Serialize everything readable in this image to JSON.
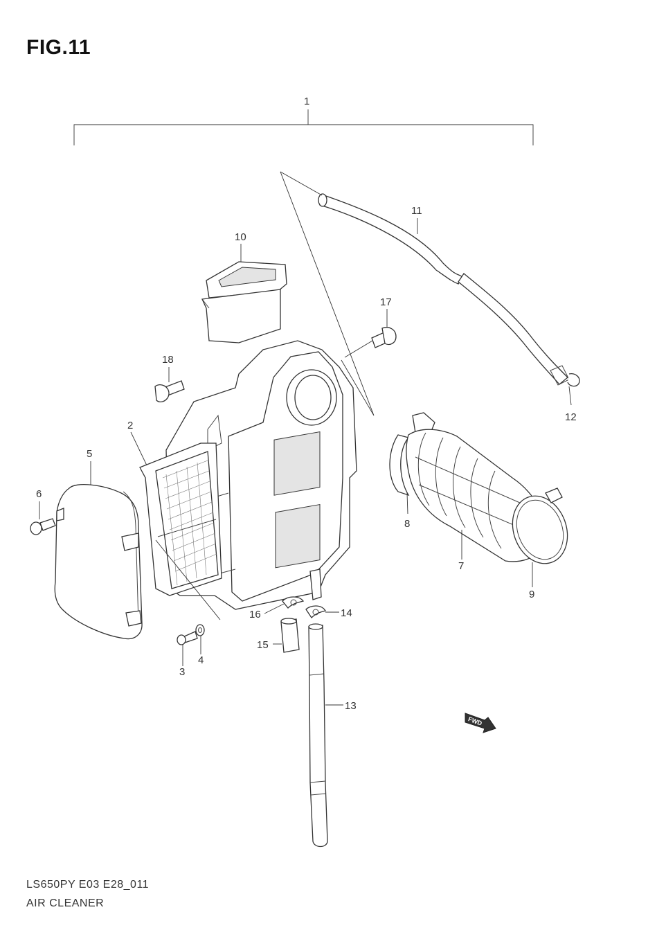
{
  "figure": {
    "title": "FIG.11"
  },
  "footer": {
    "code": "LS650PY E03 E28_011",
    "name": "AIR CLEANER"
  },
  "callouts": [
    {
      "id": "1",
      "label": "1"
    },
    {
      "id": "2",
      "label": "2"
    },
    {
      "id": "3",
      "label": "3"
    },
    {
      "id": "4",
      "label": "4"
    },
    {
      "id": "5",
      "label": "5"
    },
    {
      "id": "6",
      "label": "6"
    },
    {
      "id": "7",
      "label": "7"
    },
    {
      "id": "8",
      "label": "8"
    },
    {
      "id": "9",
      "label": "9"
    },
    {
      "id": "10",
      "label": "10"
    },
    {
      "id": "11",
      "label": "11"
    },
    {
      "id": "12",
      "label": "12"
    },
    {
      "id": "13",
      "label": "13"
    },
    {
      "id": "14",
      "label": "14"
    },
    {
      "id": "15",
      "label": "15"
    },
    {
      "id": "16",
      "label": "16"
    },
    {
      "id": "17",
      "label": "17"
    },
    {
      "id": "18",
      "label": "18"
    }
  ],
  "direction_marker": {
    "label": "FWD"
  }
}
